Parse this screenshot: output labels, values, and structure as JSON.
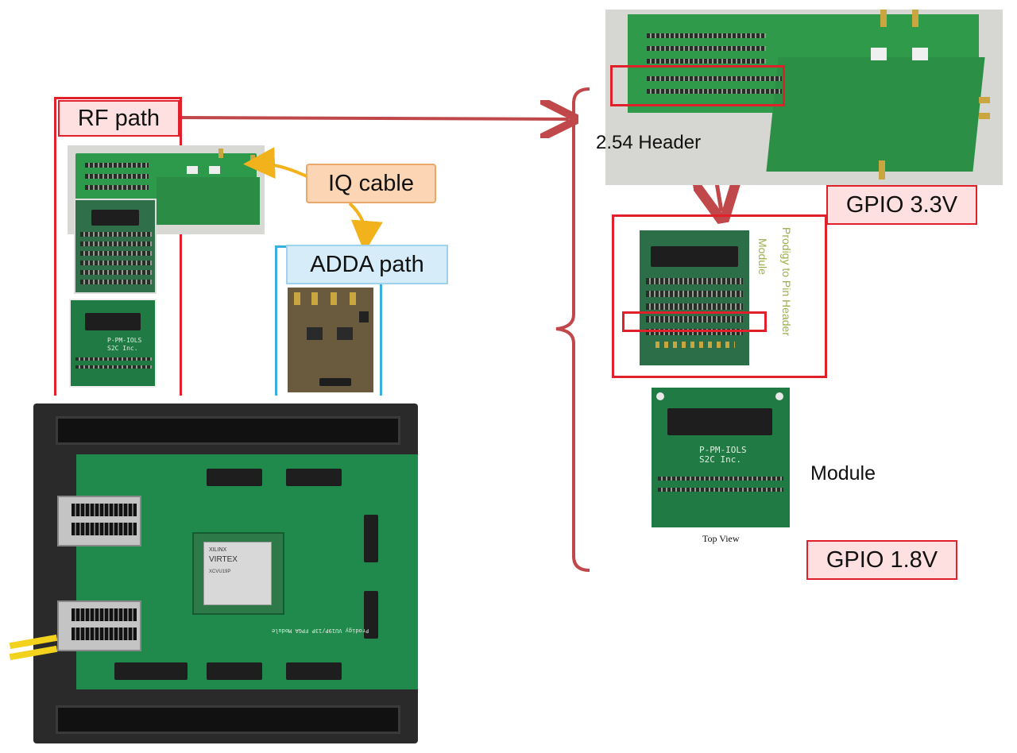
{
  "labels": {
    "rf_path": "RF path",
    "iq_cable": "IQ cable",
    "adda_path": "ADDA path",
    "header_254": "2.54 Header",
    "gpio_33": "GPIO 3.3V",
    "gpio_18": "GPIO 1.8V",
    "module": "Module",
    "top_view": "Top View"
  },
  "board_text": {
    "rotated_module": "Module",
    "rotated_prodigy": "Prodigy to Pin Header",
    "module_silk_1": "P-PM-IOLS",
    "module_silk_2": "S2C Inc.",
    "small_module_silk_1": "P-PM-IOLS",
    "small_module_silk_2": "S2C Inc.",
    "fpga_brand": "XILINX",
    "fpga_family": "VIRTEX",
    "fpga_part": "XCVU19P",
    "fpga_board_silk": "Prodigy VU19P/13P FPGA Module"
  },
  "colors": {
    "red": "#e0202a",
    "arrow_red": "#c0474a",
    "cyan": "#3ab0e0",
    "label_pink": "#fde0df",
    "label_orange": "#fcd6b4",
    "label_blue": "#d6ecf8",
    "pcb_green": "#1f8a4c",
    "arrow_yellow": "#f2b21c"
  }
}
